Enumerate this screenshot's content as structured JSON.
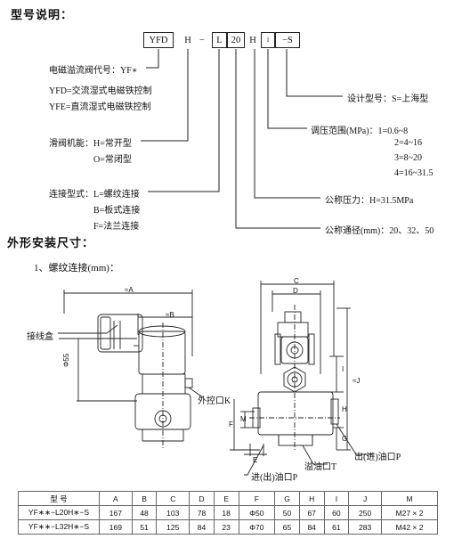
{
  "section_model": {
    "title": "型号说明："
  },
  "code": {
    "parts": [
      "YFD",
      "H",
      "−",
      "L",
      "20",
      "H",
      "1",
      "−S"
    ]
  },
  "legend": {
    "code_label": "电磁溢流阀代号：YF∗",
    "yfd": "YFD=交流湿式电磁铁控制",
    "yfe": "YFE=直流湿式电磁铁控制",
    "slide_function": "滑阀机能：H=常开型",
    "slide_function_o": "O=常闭型",
    "connection": "连接型式：L=螺纹连接",
    "connection_b": "B=板式连接",
    "connection_f": "F=法兰连接",
    "design": "设计型号：S=上海型",
    "pressure_range": "调压范围(MPa)：1=0.6~8",
    "pr2": "2=4~16",
    "pr3": "3=8~20",
    "pr4": "4=16~31.5",
    "nominal_pressure": "公称压力：H=31.5MPa",
    "nominal_bore": "公称通径(mm)：20、32、50"
  },
  "section_dims": {
    "title": "外形安装尺寸："
  },
  "subsection": {
    "title": "1、螺纹连接(mm)："
  },
  "drawing": {
    "junction_box": "接线盒",
    "external_control": "外控口K",
    "phi55": "Φ55",
    "inlet_outlet": "进(出)油口P",
    "overflow": "溢油口T",
    "outlet_inlet": "出(进)油口P",
    "dims": {
      "A": "≈A",
      "B": "≈B",
      "C": "C",
      "D": "D",
      "E": "E",
      "F": "F",
      "G": "G",
      "H": "H",
      "I": "I",
      "J": "≈J",
      "M": "M"
    }
  },
  "table": {
    "headers": [
      "型 号",
      "A",
      "B",
      "C",
      "D",
      "E",
      "F",
      "G",
      "H",
      "I",
      "J",
      "M"
    ],
    "rows": [
      [
        "YF∗∗−L20H∗−S",
        "167",
        "48",
        "103",
        "78",
        "18",
        "Φ50",
        "50",
        "67",
        "60",
        "250",
        "M27 × 2"
      ],
      [
        "YF∗∗−L32H∗−S",
        "169",
        "51",
        "125",
        "84",
        "23",
        "Φ70",
        "65",
        "84",
        "61",
        "283",
        "M42 × 2"
      ]
    ]
  }
}
